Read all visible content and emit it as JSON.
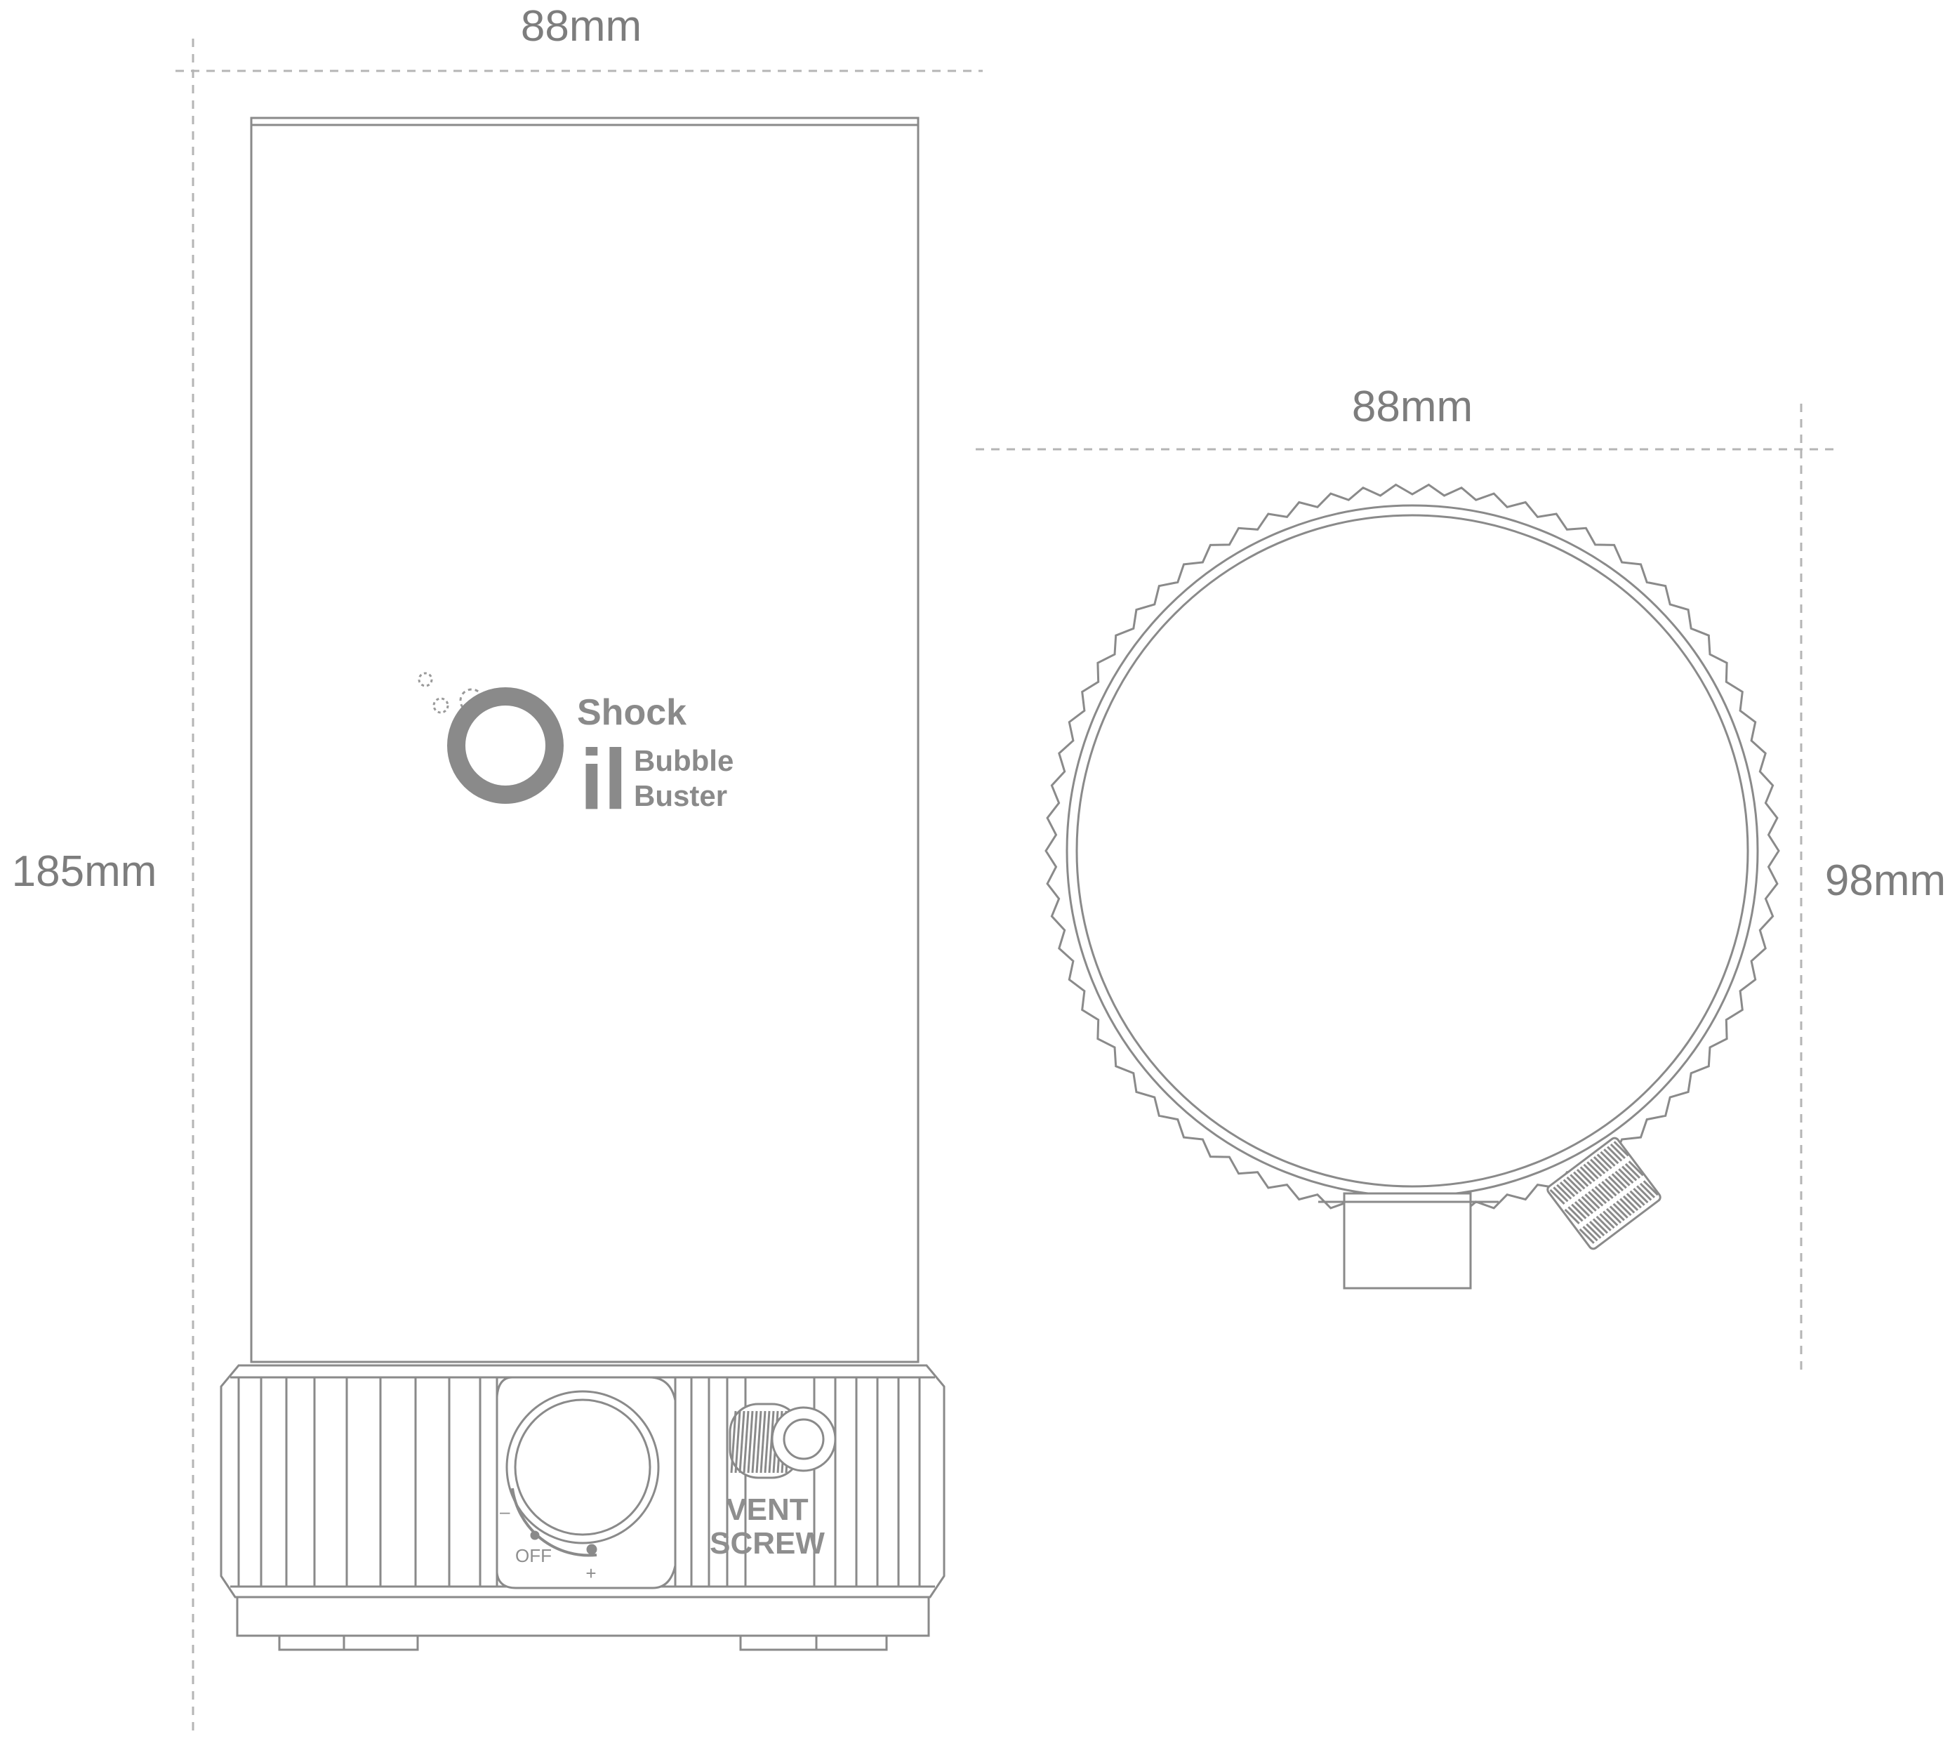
{
  "dimensions": {
    "side_width": "88mm",
    "side_height": "185mm",
    "top_width": "88mm",
    "top_depth": "98mm"
  },
  "logo": {
    "letter": "O",
    "il": "il",
    "line1": "Shock",
    "line2": "Bubble",
    "line3": "Buster"
  },
  "dial": {
    "minus": "–",
    "off": "OFF",
    "plus": "+"
  },
  "vent": {
    "line1": "VENT",
    "line2": "SCREW"
  },
  "colors": {
    "outline": "#8a8a8a",
    "dimension_line": "#b5b5b5",
    "text": "#7d7d7d"
  }
}
